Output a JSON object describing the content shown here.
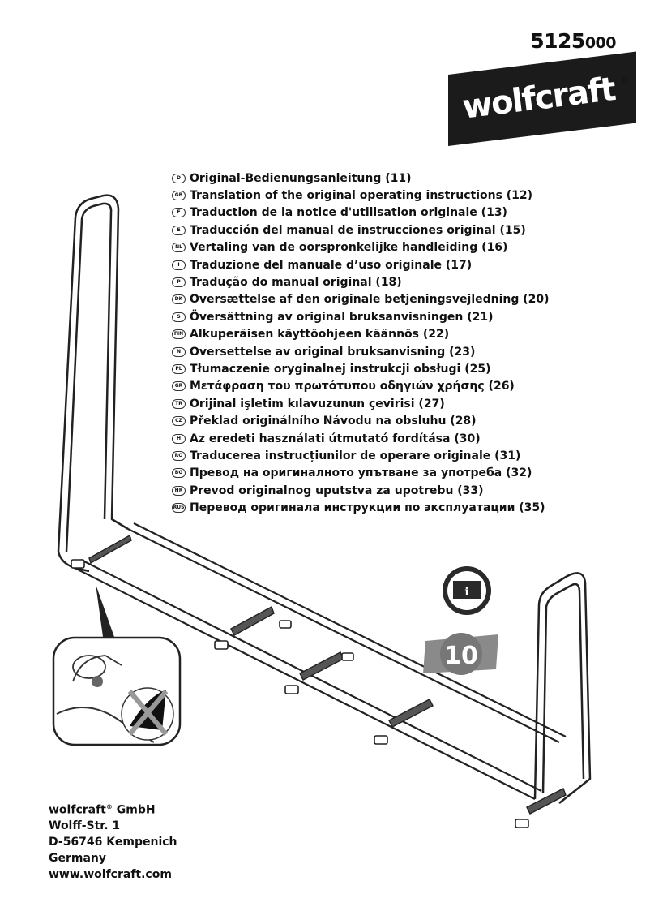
{
  "document": {
    "code_main": "5125",
    "code_suffix": "000",
    "brand": "wolfcraft",
    "registered": "®"
  },
  "languages": [
    {
      "badge": "D",
      "text": "Original-Bedienungsanleitung (11)"
    },
    {
      "badge": "GB",
      "text": "Translation of the original operating instructions (12)"
    },
    {
      "badge": "F",
      "text": "Traduction de la notice d'utilisation originale (13)"
    },
    {
      "badge": "E",
      "text": "Traducción del manual de instrucciones original (15)"
    },
    {
      "badge": "NL",
      "text": "Vertaling van de oorspronkelijke handleiding (16)"
    },
    {
      "badge": "I",
      "text": "Traduzione del manuale d’uso originale (17)"
    },
    {
      "badge": "P",
      "text": "Tradução do manual original (18)"
    },
    {
      "badge": "DK",
      "text": "Oversættelse af den originale betjeningsvejledning (20)"
    },
    {
      "badge": "S",
      "text": "Översättning av original bruksanvisningen (21)"
    },
    {
      "badge": "FIN",
      "text": "Alkuperäisen käyttöohjeen käännös (22)"
    },
    {
      "badge": "N",
      "text": "Oversettelse av original bruksanvisning (23)"
    },
    {
      "badge": "PL",
      "text": "Tłumaczenie oryginalnej instrukcji obsługi (25)"
    },
    {
      "badge": "GR",
      "text": "Μετάφραση του πρωτότυπου οδηγιών χρήσης (26)"
    },
    {
      "badge": "TR",
      "text": "Orijinal işletim kılavuzunun çevirisi (27)"
    },
    {
      "badge": "CZ",
      "text": "Překlad originálního Návodu na obsluhu (28)"
    },
    {
      "badge": "H",
      "text": "Az eredeti használati útmutató fordítása (30)"
    },
    {
      "badge": "RO",
      "text": "Traducerea instrucțiunilor de operare originale (31)"
    },
    {
      "badge": "BG",
      "text": "Превод на оригиналното упътване за употреба (32)"
    },
    {
      "badge": "HR",
      "text": "Prevod originalnog uputstva za upotrebu (33)"
    },
    {
      "badge": "RUS",
      "text": "Перевод оригинала инструкции по эксплуатации (35)"
    }
  ],
  "address": {
    "company_brand": "wolfcraft",
    "registered": "®",
    "company_suffix": " GmbH",
    "street": "Wolff-Str. 1",
    "city": "D-56746 Kempenich",
    "country": "Germany",
    "website": "www.wolfcraft.com"
  },
  "warranty_badge": {
    "years": "10"
  }
}
